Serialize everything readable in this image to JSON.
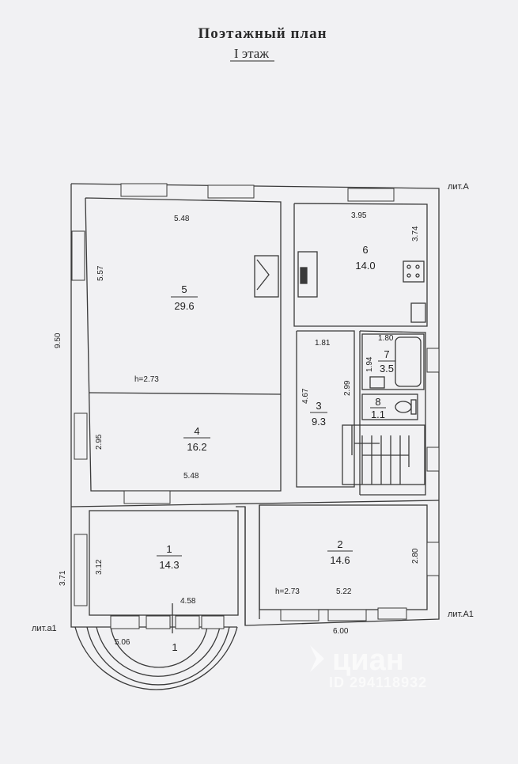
{
  "title": "Поэтажный план",
  "subtitle": "I этаж",
  "labels": {
    "lit_a": "лит.А",
    "lit_a1": "лит.А1",
    "lit_a1_small": "лит.а1"
  },
  "dimensions": {
    "d548_top": "5.48",
    "d557": "5.57",
    "d950": "9.50",
    "d273_a": "h=2.73",
    "d295": "2.95",
    "d548_bottom": "5.48",
    "d395": "3.95",
    "d374": "3.74",
    "d181": "1.81",
    "d180": "1.80",
    "d194": "1.94",
    "d299": "2.99",
    "d467": "4.67",
    "d371": "3.71",
    "d312": "3.12",
    "d458": "4.58",
    "d273_b": "h=2.73",
    "d522": "5.22",
    "d280": "2.80",
    "d600": "6.00",
    "d506": "5.06"
  },
  "rooms": {
    "r1": {
      "num": "1",
      "area": "14.3"
    },
    "r2": {
      "num": "2",
      "area": "14.6"
    },
    "r3": {
      "num": "3",
      "area": "9.3"
    },
    "r4": {
      "num": "4",
      "area": "16.2"
    },
    "r5": {
      "num": "5",
      "area": "29.6"
    },
    "r6": {
      "num": "6",
      "area": "14.0"
    },
    "r7": {
      "num": "7",
      "area": "3.5"
    },
    "r8": {
      "num": "8",
      "area": "1.1"
    },
    "porch": {
      "num": "1"
    }
  },
  "watermark": {
    "brand": "циан",
    "id": "ID 294118932"
  },
  "colors": {
    "paper": "#f1f1f3",
    "line": "#3a3a3a"
  }
}
